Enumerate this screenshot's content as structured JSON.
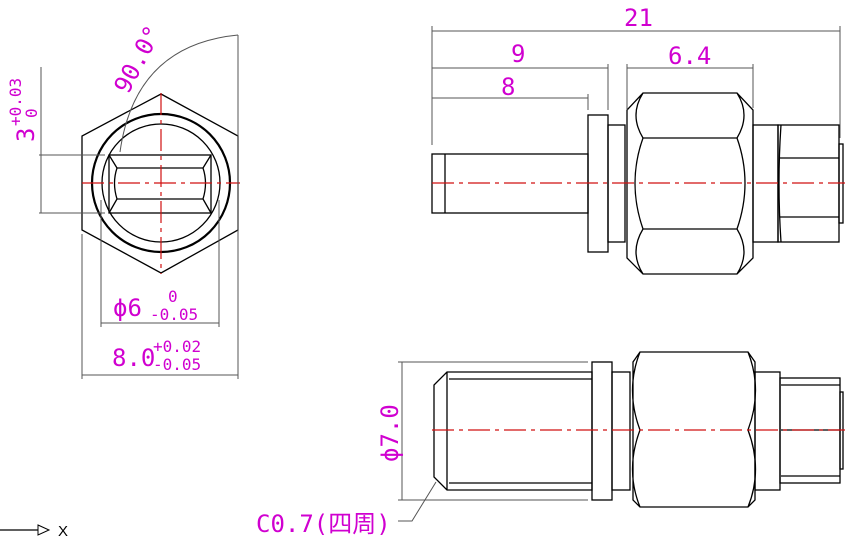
{
  "colors": {
    "dimension_text": "#d000d0",
    "centerline": "#d01010",
    "geometry": "#000000"
  },
  "end_view": {
    "slot_width": {
      "value": "3",
      "upper_tol": "+0.03",
      "lower_tol": "0"
    },
    "angle": "90.0°",
    "diameter": {
      "value": "ϕ6",
      "upper_tol": "0",
      "lower_tol": "-0.05"
    },
    "across_flats": {
      "value": "8.0",
      "upper_tol": "+0.02",
      "lower_tol": "-0.05"
    }
  },
  "side_view": {
    "overall_length": "21",
    "length_to_flange_back": "9",
    "shaft_length": "8",
    "hex_length": "6.4"
  },
  "bottom_view": {
    "diameter": "ϕ7.0",
    "chamfer_note": "C0.7(四周)"
  },
  "axis_indicator": {
    "label": "X"
  }
}
